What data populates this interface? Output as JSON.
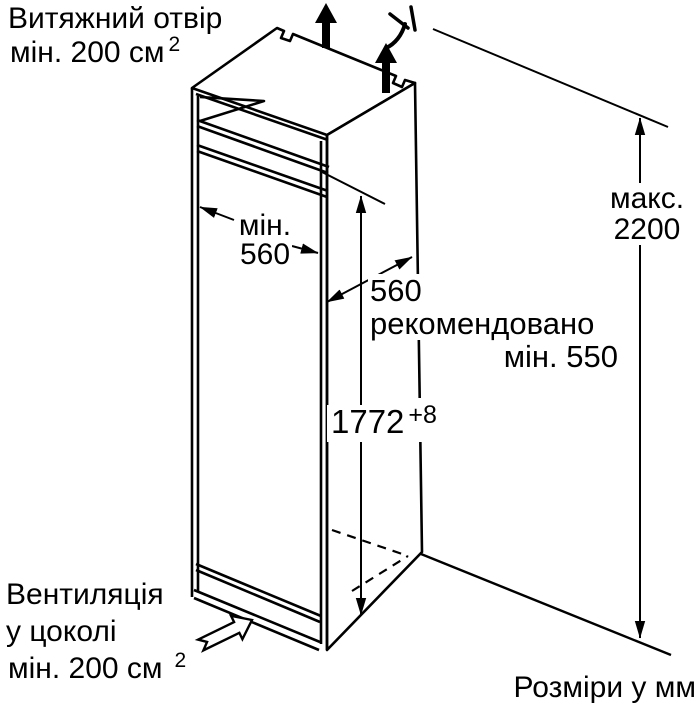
{
  "diagram": {
    "kind": "appliance-installation-dimensions",
    "colors": {
      "line": "#000000",
      "background": "#ffffff"
    },
    "labels": {
      "exhaust": {
        "line1": "Витяжний отвір",
        "line2": "мін. 200 см",
        "sup": "2"
      },
      "max_height": {
        "line1": "макс.",
        "line2": "2200"
      },
      "niche_width": {
        "line1": "мін.",
        "line2": "560"
      },
      "niche_depth": {
        "value": "560",
        "line2": "рекомендовано",
        "line3": "мін. 550"
      },
      "niche_height": {
        "value": "1772",
        "tolerance": "+8"
      },
      "plinth_vent": {
        "line1": "Вентиляція",
        "line2": "у цоколі",
        "line3": "мін. 200 см",
        "sup": "2"
      },
      "units_note": "Розміри у мм"
    }
  }
}
